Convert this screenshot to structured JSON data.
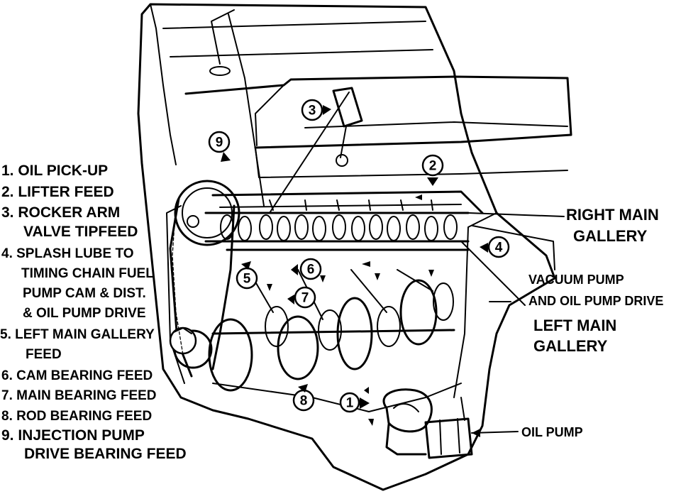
{
  "legend": {
    "l1": "1. OIL PICK-UP",
    "l2": "2. LIFTER FEED",
    "l3a": "3. ROCKER ARM",
    "l3b": "VALVE TIPFEED",
    "l4a": "4. SPLASH LUBE TO",
    "l4b": "TIMING CHAIN FUEL",
    "l4c": "PUMP CAM & DIST.",
    "l4d": "& OIL PUMP DRIVE",
    "l5a": "5. LEFT MAIN GALLERY",
    "l5b": "FEED",
    "l6": "6. CAM BEARING FEED",
    "l7": "7. MAIN BEARING FEED",
    "l8": "8. ROD BEARING FEED",
    "l9a": "9. INJECTION PUMP",
    "l9b": "DRIVE BEARING FEED"
  },
  "callouts": {
    "right_main_1": "RIGHT MAIN",
    "right_main_2": "GALLERY",
    "vacuum_1": "VACUUM PUMP",
    "vacuum_2": "AND OIL PUMP DRIVE",
    "left_main_1": "LEFT MAIN",
    "left_main_2": "GALLERY",
    "oil_pump": "OIL PUMP"
  },
  "markers": {
    "m1": "1",
    "m2": "2",
    "m3": "3",
    "m4": "4",
    "m5": "5",
    "m6": "6",
    "m7": "7",
    "m8": "8",
    "m9": "9"
  },
  "colors": {
    "ink": "#000000",
    "paper": "#ffffff"
  }
}
